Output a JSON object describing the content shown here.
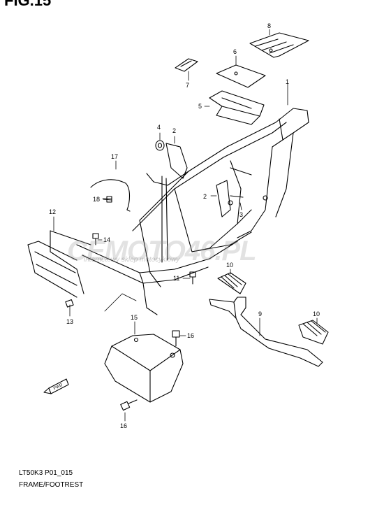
{
  "figure": {
    "heading": "FIG.15",
    "code": "LT50K3 P01_015",
    "caption": "FRAME/FOOTREST"
  },
  "watermark": {
    "text": "CEMOTO46.PL",
    "subtext": "internetowy sklep motocyklowy"
  },
  "direction_tag": "FWD",
  "callouts": [
    "1",
    "2",
    "2",
    "3",
    "4",
    "5",
    "6",
    "7",
    "8",
    "9",
    "10",
    "10",
    "11",
    "12",
    "13",
    "14",
    "15",
    "16",
    "16",
    "17",
    "18"
  ],
  "colors": {
    "line": "#000000",
    "watermark": "#9a9a9a"
  }
}
